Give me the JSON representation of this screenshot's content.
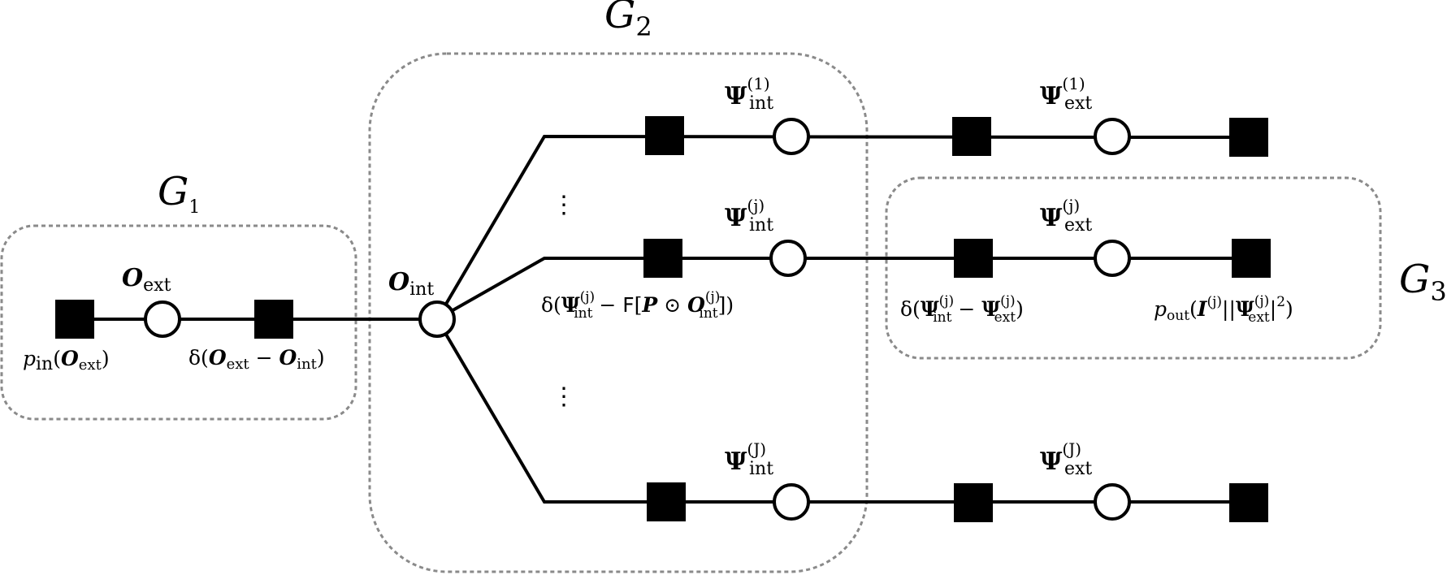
{
  "groups": {
    "g1": "G",
    "g1_sub": "1",
    "g2": "G",
    "g2_sub": "2",
    "g3": "G",
    "g3_sub": "3"
  },
  "variables": {
    "o_ext": {
      "main": "O",
      "sub": "ext"
    },
    "o_int": {
      "main": "O",
      "sub": "int"
    },
    "psi_int_1": {
      "main": "Ψ",
      "sub": "int",
      "sup": "(1)"
    },
    "psi_int_j": {
      "main": "Ψ",
      "sub": "int",
      "sup": "(j)"
    },
    "psi_int_J": {
      "main": "Ψ",
      "sub": "int",
      "sup": "(J)"
    },
    "psi_ext_1": {
      "main": "Ψ",
      "sub": "ext",
      "sup": "(1)"
    },
    "psi_ext_j": {
      "main": "Ψ",
      "sub": "ext",
      "sup": "(j)"
    },
    "psi_ext_J": {
      "main": "Ψ",
      "sub": "ext",
      "sup": "(J)"
    }
  },
  "factors": {
    "p_in": {
      "p": "p",
      "p_sub": "in",
      "open": "(",
      "arg": "O",
      "arg_sub": "ext",
      "close": ")"
    },
    "delta_o": {
      "d": "δ(",
      "a": "O",
      "a_sub": "ext",
      "minus": " − ",
      "b": "O",
      "b_sub": "int",
      "close": ")"
    },
    "delta_psi_fp": {
      "d": "δ(",
      "psi": "Ψ",
      "psi_sub": "int",
      "psi_sup": "(j)",
      "minus": " − ",
      "F": "F",
      "lb": "[",
      "P": "P",
      "odot": " ⊙ ",
      "O": "O",
      "O_sub": "int",
      "O_sup": "(j)",
      "close": "])"
    },
    "delta_psi": {
      "d": "δ(",
      "a": "Ψ",
      "a_sub": "int",
      "a_sup": "(j)",
      "minus": " − ",
      "b": "Ψ",
      "b_sub": "ext",
      "b_sup": "(j)",
      "close": ")"
    },
    "p_out": {
      "p": "p",
      "p_sub": "out",
      "open": "(",
      "I": "I",
      "I_sup": "(j)",
      "bars": "||",
      "psi": "Ψ",
      "psi_sub": "ext",
      "psi_sup": "(j)",
      "close": "|",
      "sq": "2",
      "end": ")"
    }
  },
  "ellipsis": "⋮",
  "colors": {
    "ink": "#000000",
    "group_border": "#8a8a8a",
    "node_fill": "#ffffff"
  }
}
